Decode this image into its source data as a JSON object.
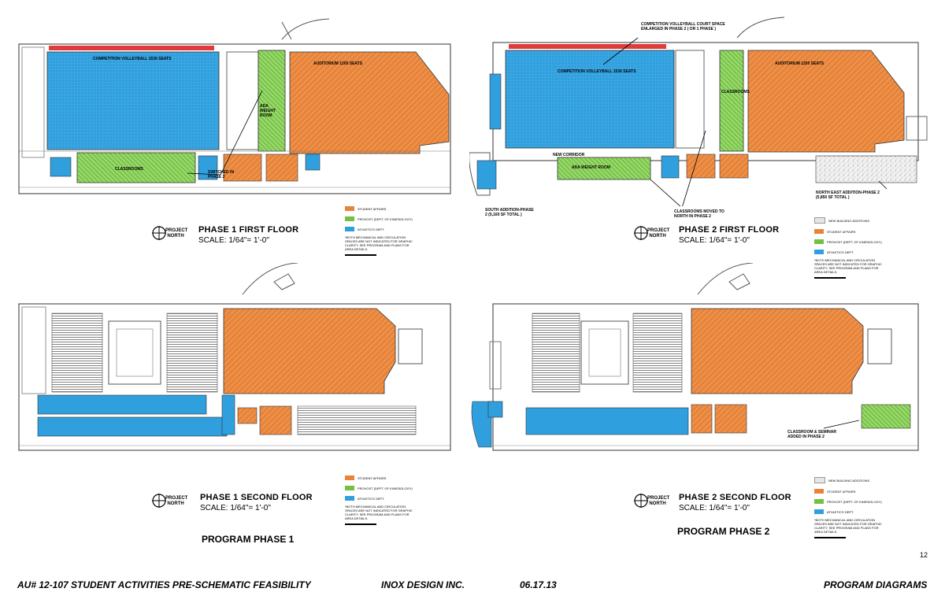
{
  "colors": {
    "student_affairs": "#e8843a",
    "kinesiology": "#74c043",
    "athletics": "#2f9fde",
    "new_additions": "#e6e6e6",
    "line": "#555555"
  },
  "icons": {
    "north_arrow": "north-arrow-icon"
  },
  "plans": [
    {
      "title": "PHASE 1 FIRST FLOOR",
      "scale": "SCALE: 1/64\"= 1'-0\"",
      "north": "PROJECT NORTH",
      "labels": [
        "COMPETITION VOLLEYBALL 1536 SEATS",
        "AUDITORIUM 1200 SEATS",
        "ADA WEIGHT ROOM",
        "CLASSROOMS",
        "SWITCHED IN PHASE 2"
      ],
      "legend": [
        "STUDENT AFFAIRS",
        "PROVOST (DEPT. OF KINESIOLOGY)",
        "ATHLETICS DEPT.",
        "*BOTH MECHANICAL AND CIRCULATION SPACES ARE NOT INDICATED FOR GRAPHIC CLARITY. SEE PROGRAM AND PLANS FOR AREA DETAILS."
      ]
    },
    {
      "title": "PHASE 2 FIRST FLOOR",
      "scale": "SCALE: 1/64\"= 1'-0\"",
      "north": "PROJECT NORTH",
      "labels": [
        "COMPETITION VOLLEYBALL COURT SPACE ENLARGED IN PHASE 2 ( OR 1 PHASE )",
        "COMPETITION VOLLEYBALL 1536 SEATS",
        "AUDITORIUM 1200 SEATS",
        "CLASSROOMS",
        "NEW CORRIDOR",
        "ADA WEIGHT ROOM",
        "SOUTH ADDITION-PHASE 2 (5,160 SF TOTAL )",
        "CLASSROOMS MOVED TO NORTH IN PHASE 2",
        "NORTH EAST ADDITION-PHASE 2 (5,850 SF TOTAL )"
      ],
      "legend": [
        "NEW BUILDING ADDITIONS",
        "STUDENT AFFAIRS",
        "PROVOST (DEPT. OF KINESIOLOGY)",
        "ATHLETICS DEPT.",
        "*BOTH MECHANICAL AND CIRCULATION SPACES ARE NOT INDICATED FOR GRAPHIC CLARITY. SEE PROGRAM AND PLANS FOR AREA DETAILS."
      ]
    },
    {
      "title": "PHASE 1 SECOND FLOOR",
      "scale": "SCALE: 1/64\"= 1'-0\"",
      "north": "PROJECT NORTH",
      "labels": [],
      "legend": [
        "STUDENT AFFAIRS",
        "PROVOST (DEPT. OF KINESIOLOGY)",
        "ATHLETICS DEPT.",
        "*BOTH MECHANICAL AND CIRCULATION SPACES ARE NOT INDICATED FOR GRAPHIC CLARITY. SEE PROGRAM AND PLANS FOR AREA DETAILS."
      ]
    },
    {
      "title": "PHASE 2 SECOND FLOOR",
      "scale": "SCALE: 1/64\"= 1'-0\"",
      "north": "PROJECT NORTH",
      "labels": [
        "CLASSROOM & SEMINAR ADDED IN PHASE 2"
      ],
      "legend": [
        "NEW BUILDING ADDITIONS",
        "STUDENT AFFAIRS",
        "PROVOST (DEPT. OF KINESIOLOGY)",
        "ATHLETICS DEPT.",
        "*BOTH MECHANICAL AND CIRCULATION SPACES ARE NOT INDICATED FOR GRAPHIC CLARITY. SEE PROGRAM AND PLANS FOR AREA DETAILS."
      ]
    }
  ],
  "program_phase_1": "PROGRAM PHASE 1",
  "program_phase_2": "PROGRAM PHASE 2",
  "page_number": "12",
  "footer": {
    "project": "AU# 12-107 STUDENT ACTIVITIES PRE-SCHEMATIC FEASIBILITY",
    "firm": "INOX DESIGN INC.",
    "date": "06.17.13",
    "sheet": "PROGRAM DIAGRAMS"
  }
}
